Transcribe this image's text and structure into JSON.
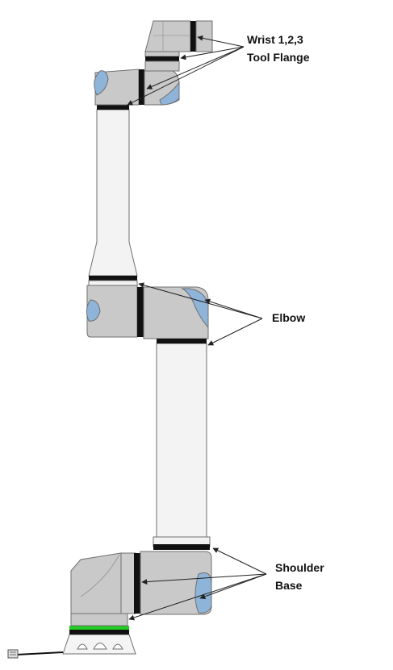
{
  "labels": {
    "wrist": {
      "line1": "Wrist 1,2,3",
      "line2": "Tool Flange"
    },
    "elbow": {
      "line1": "Elbow"
    },
    "shoulder": {
      "line1": "Shoulder",
      "line2": "Base"
    }
  },
  "colors": {
    "joint_gray": "#c9c9c9",
    "link_white": "#f3f3f3",
    "cap_blue": "#8fb4d9",
    "band_black": "#111111",
    "status_green": "#22cc22",
    "outline": "#6f6f6f"
  }
}
